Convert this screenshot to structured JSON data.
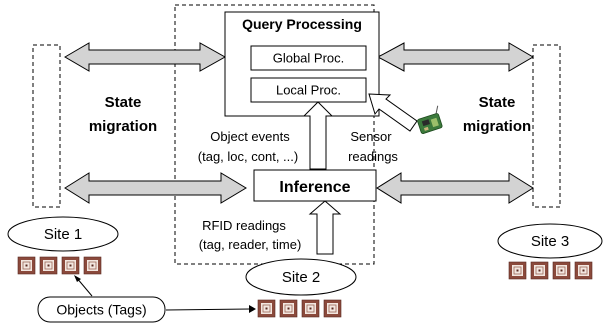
{
  "query_processing": {
    "title": "Query Processing",
    "global_proc": "Global Proc.",
    "local_proc": "Local Proc."
  },
  "inference": {
    "label": "Inference"
  },
  "state_migration_left": {
    "line1": "State",
    "line2": "migration"
  },
  "state_migration_right": {
    "line1": "State",
    "line2": "migration"
  },
  "object_events": {
    "line1": "Object events",
    "line2": "(tag, loc, cont, ...)"
  },
  "sensor_readings": {
    "line1": "Sensor",
    "line2": "readings"
  },
  "rfid_readings": {
    "line1": "RFID readings",
    "line2": "(tag, reader, time)"
  },
  "sites": {
    "site1": "Site 1",
    "site2": "Site 2",
    "site3": "Site 3"
  },
  "objects_label": "Objects (Tags)",
  "colors": {
    "arrow_fill": "#d3d3d3",
    "tag_brown": "#8b4a3c",
    "tag_light": "#f2e6df"
  }
}
